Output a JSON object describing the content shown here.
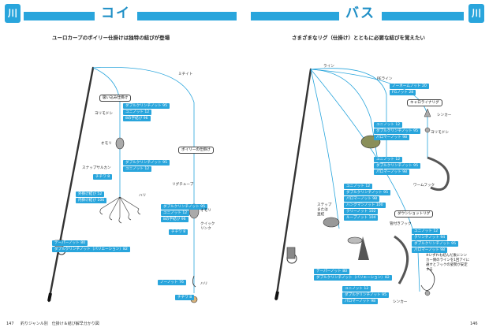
{
  "left": {
    "tab": "川",
    "title": "コイ",
    "subtitle": "ユーロカープのボイリー仕掛けは独特の結びが登場",
    "labels": {
      "michiito": "ミチイト",
      "suikomi": "吸い込み仕掛け",
      "yorimodoshi": "ヨリモドシ",
      "omori": "オモリ",
      "snap": "スナップサルカン",
      "hari": "ハリ",
      "boily": "ボイリーの仕掛け",
      "rig_tube": "リグチューブ",
      "omori2": "オモリ",
      "quick_link": "クイック\nリンク",
      "hari2": "ハリ"
    },
    "knots": {
      "double_clinch_1": "ダブルクリンチノット 95",
      "uni_1": "ユニノット 12",
      "hachiji": "8の字結び 96",
      "double_clinch_2": "ダブルクリンチノット 95",
      "uni_2": "ユニノット 12",
      "chichiwa_1": "チチワ 8",
      "sotogake": "外掛け結び 52",
      "uchigake": "内掛け結び 106",
      "double_clinch_3": "ダブルクリンチノット 95",
      "uni_3": "ユニノット 12",
      "hachiji_2": "8の字結び 96",
      "chichiwa_2": "チチワ 8",
      "taper": "テーパーノット 80",
      "double_clinch_var": "ダブルクリンチノット（バリエーション）82",
      "noknot": "ノーノット 76",
      "chichiwa_3": "チチワ 8"
    },
    "footer_page": "147",
    "footer_text": "釣りジャンル別　仕掛け＆結び解早分かり図"
  },
  "right": {
    "tab": "川",
    "title": "バス",
    "subtitle": "さまざまなリグ（仕掛け）とともに必要な結びを覚えたい",
    "labels": {
      "line": "ライン",
      "pe_line": "PEライン",
      "carolina": "キャロライナリグ",
      "sinker": "シンカー",
      "yorimodoshi": "ヨリモドシ",
      "worm_hook": "ワームフック",
      "snap": "ステップ\nまたは\n直結",
      "dropshot": "ダウンショットリグ",
      "worm_hook2": "管付きフック",
      "sinker2": "シンカー"
    },
    "knots": {
      "nohm": "ノーネームノット 20",
      "fg": "FGノット 28",
      "uni_1": "ユニノット 12",
      "double_clinch_1": "ダブルクリンチノット 95",
      "palomar_1": "パロマーノット 98",
      "uni_2": "ユニノット 12",
      "double_clinch_2": "ダブルクリンチノット 95",
      "palomar_2": "パロマーノット 98",
      "uni_3": "ユニノット 12",
      "double_clinch_3": "ダブルクリンチノット 95",
      "palomar_3": "パロマーノット 98",
      "hangman": "ハングマンノット 100",
      "clinch": "クリーノット 102",
      "loop": "ループノット 104",
      "uni_4": "ユニノット 12",
      "clinch2": "クリンチノット 94",
      "double_clinch_4": "ダブルクリンチノット 95",
      "palomar_4": "パロマーノット 98",
      "taper": "テーパーノット 80",
      "double_clinch_var": "ダブルクリンチノット（バリエーション）82",
      "uni_5": "ユニノット 12",
      "double_clinch_5": "ダブルクリンチノット 95",
      "palomar_5": "パロマーノット 98"
    },
    "note": "※いずれも結んだ後にシンカー側のラインを1回アイに通すとフックの姿勢が安定する",
    "footer_page": "146"
  }
}
